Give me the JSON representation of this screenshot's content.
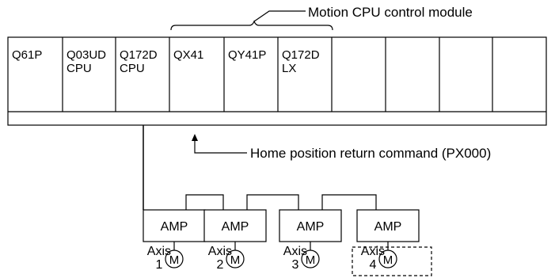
{
  "annotations": {
    "motion_module": "Motion CPU control module",
    "home_return": "Home position return command (PX000)"
  },
  "rack": {
    "slots": [
      {
        "lines": [
          "Q61P"
        ]
      },
      {
        "lines": [
          "Q03UD",
          "CPU"
        ]
      },
      {
        "lines": [
          "Q172D",
          "CPU"
        ]
      },
      {
        "lines": [
          "QX41"
        ]
      },
      {
        "lines": [
          "QY41P"
        ]
      },
      {
        "lines": [
          "Q172D",
          "LX"
        ]
      },
      {
        "lines": []
      },
      {
        "lines": []
      },
      {
        "lines": []
      },
      {
        "lines": []
      }
    ]
  },
  "amplifiers": [
    {
      "label": "AMP",
      "axis_word": "Axis",
      "axis_number": "1",
      "motor": "M",
      "optional": false
    },
    {
      "label": "AMP",
      "axis_word": "Axis",
      "axis_number": "2",
      "motor": "M",
      "optional": false
    },
    {
      "label": "AMP",
      "axis_word": "Axis",
      "axis_number": "3",
      "motor": "M",
      "optional": false
    },
    {
      "label": "AMP",
      "axis_word": "Axis",
      "axis_number": "4",
      "motor": "M",
      "optional": true
    }
  ]
}
